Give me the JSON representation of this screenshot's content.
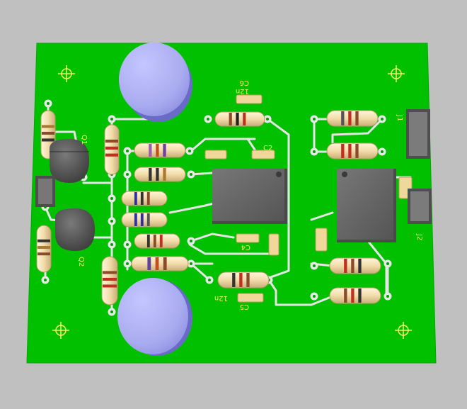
{
  "background_color": "#c0c0c0",
  "board": {
    "board_color": "#00c000",
    "trace_color": "#e8e8e8",
    "silk_color": "#f0f060",
    "capacitor_color": "#aeb0f4",
    "ic_color": "#6b6b6b",
    "labels": {
      "q1": "Q1",
      "q2": "Q2",
      "c6": "C6",
      "c6_value": "12n",
      "c5": "C5",
      "c5_value": "12n",
      "c2": "C2",
      "c4": "C4",
      "j1": "J1",
      "j2": "J2"
    }
  }
}
